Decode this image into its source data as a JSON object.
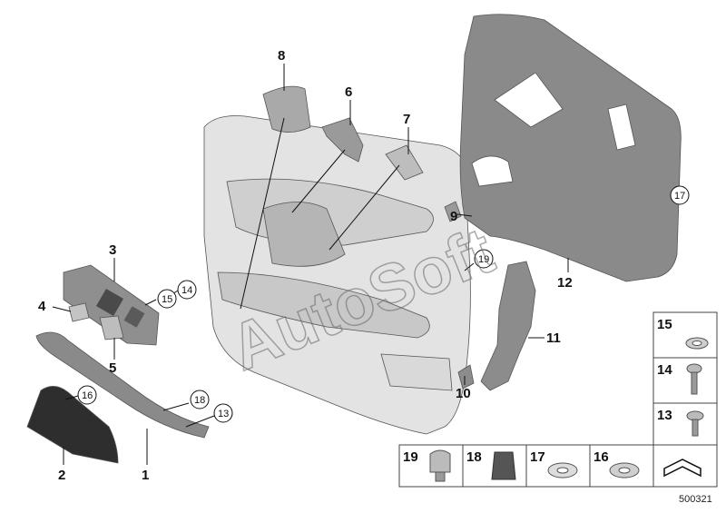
{
  "callouts": {
    "p1": "1",
    "p2": "2",
    "p3": "3",
    "p4": "4",
    "p5": "5",
    "p6": "6",
    "p7": "7",
    "p8": "8",
    "p9": "9",
    "p10": "10",
    "p11": "11",
    "p12": "12",
    "p13": "13",
    "p14": "14",
    "p15": "15",
    "p16": "16",
    "p17": "17",
    "p18": "18",
    "p19": "19"
  },
  "legend_right": [
    "15",
    "14",
    "13"
  ],
  "legend_bottom": [
    "19",
    "18",
    "17",
    "16"
  ],
  "watermark": "AutoSoft",
  "diagram_number": "500321"
}
